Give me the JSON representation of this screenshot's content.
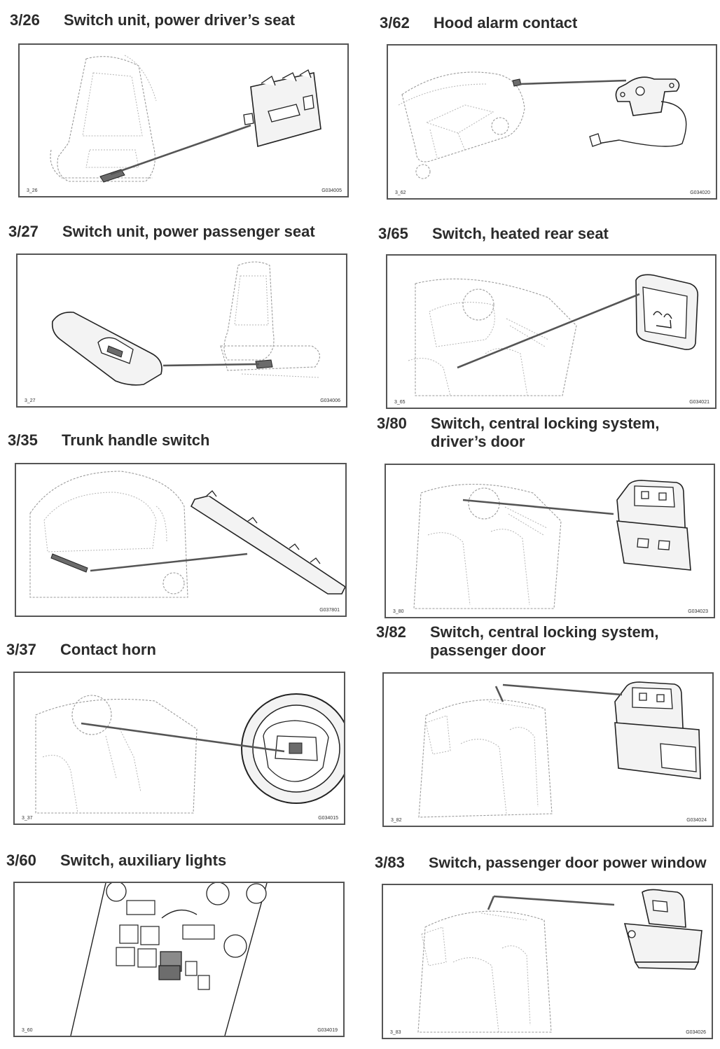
{
  "panels": [
    {
      "code": "3/26",
      "title": "Switch unit, power driver’s seat",
      "fig_id": "3_26",
      "ref": "G034005"
    },
    {
      "code": "3/62",
      "title": "Hood alarm contact",
      "fig_id": "3_62",
      "ref": "G034020"
    },
    {
      "code": "3/27",
      "title": "Switch unit, power passenger seat",
      "fig_id": "3_27",
      "ref": "G034006"
    },
    {
      "code": "3/65",
      "title": "Switch, heated rear seat",
      "fig_id": "3_65",
      "ref": "G034021"
    },
    {
      "code": "3/35",
      "title": "Trunk handle switch",
      "fig_id": "",
      "ref": "G037801"
    },
    {
      "code": "3/80",
      "title": "Switch, central locking system,\ndriver’s door",
      "fig_id": "3_80",
      "ref": "G034023"
    },
    {
      "code": "3/37",
      "title": "Contact horn",
      "fig_id": "3_37",
      "ref": "G034015"
    },
    {
      "code": "3/82",
      "title": "Switch, central locking system,\npassenger door",
      "fig_id": "3_82",
      "ref": "G034024"
    },
    {
      "code": "3/60",
      "title": "Switch, auxiliary lights",
      "fig_id": "3_60",
      "ref": "G034019"
    },
    {
      "code": "3/83",
      "title": "Switch, passenger door power window",
      "fig_id": "3_83",
      "ref": "G034026"
    }
  ]
}
